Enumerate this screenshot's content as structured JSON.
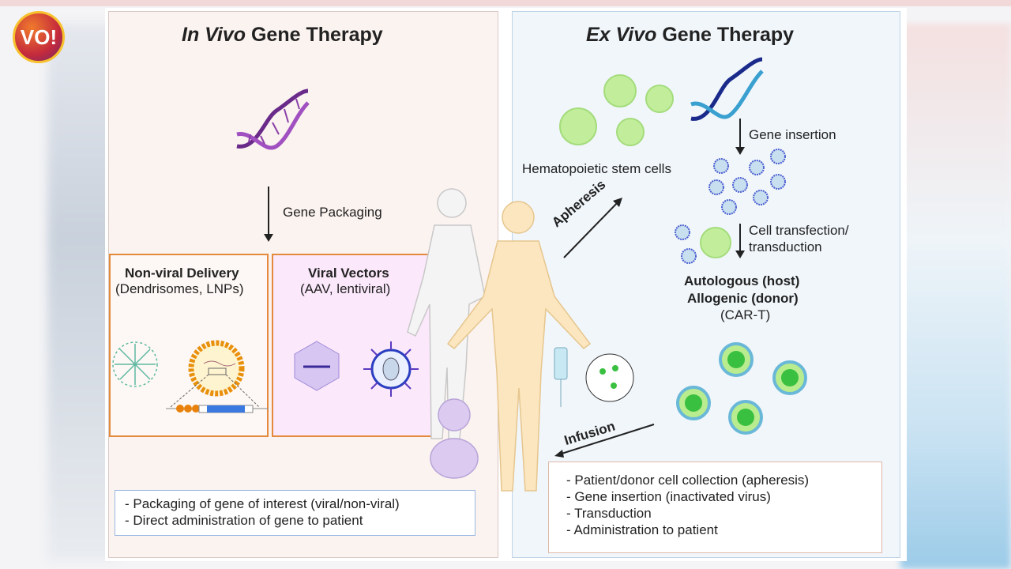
{
  "logo": {
    "text": "VO!"
  },
  "in_vivo": {
    "title_italic": "In Vivo",
    "title_rest": " Gene Therapy",
    "step": "Gene Packaging",
    "nonviral": {
      "title": "Non-viral Delivery",
      "subtitle": "(Dendrisomes, LNPs)"
    },
    "viral": {
      "title": "Viral Vectors",
      "subtitle": "(AAV, lentiviral)"
    },
    "notes": [
      "- Packaging of gene of interest (viral/non-viral)",
      "- Direct administration of gene to patient"
    ]
  },
  "ex_vivo": {
    "title_italic": "Ex Vivo",
    "title_rest": " Gene Therapy",
    "cells_label": "Hematopoietic stem cells",
    "gene_insertion": "Gene insertion",
    "apheresis": "Apheresis",
    "transfection": [
      "Cell transfection/",
      "transduction"
    ],
    "autologous": "Autologous (host)",
    "allogenic": "Allogenic (donor)",
    "cart": "(CAR-T)",
    "infusion": "Infusion",
    "notes": [
      "- Patient/donor cell collection (apheresis)",
      "- Gene insertion (inactivated virus)",
      "- Transduction",
      "- Administration to patient"
    ]
  },
  "colors": {
    "left_panel": "#fbf3f0",
    "right_panel": "#f1f6fb",
    "box_border": "#e38a3c",
    "cell_green": "#b8ec8e",
    "virus_blue": "#4a5ed0"
  }
}
